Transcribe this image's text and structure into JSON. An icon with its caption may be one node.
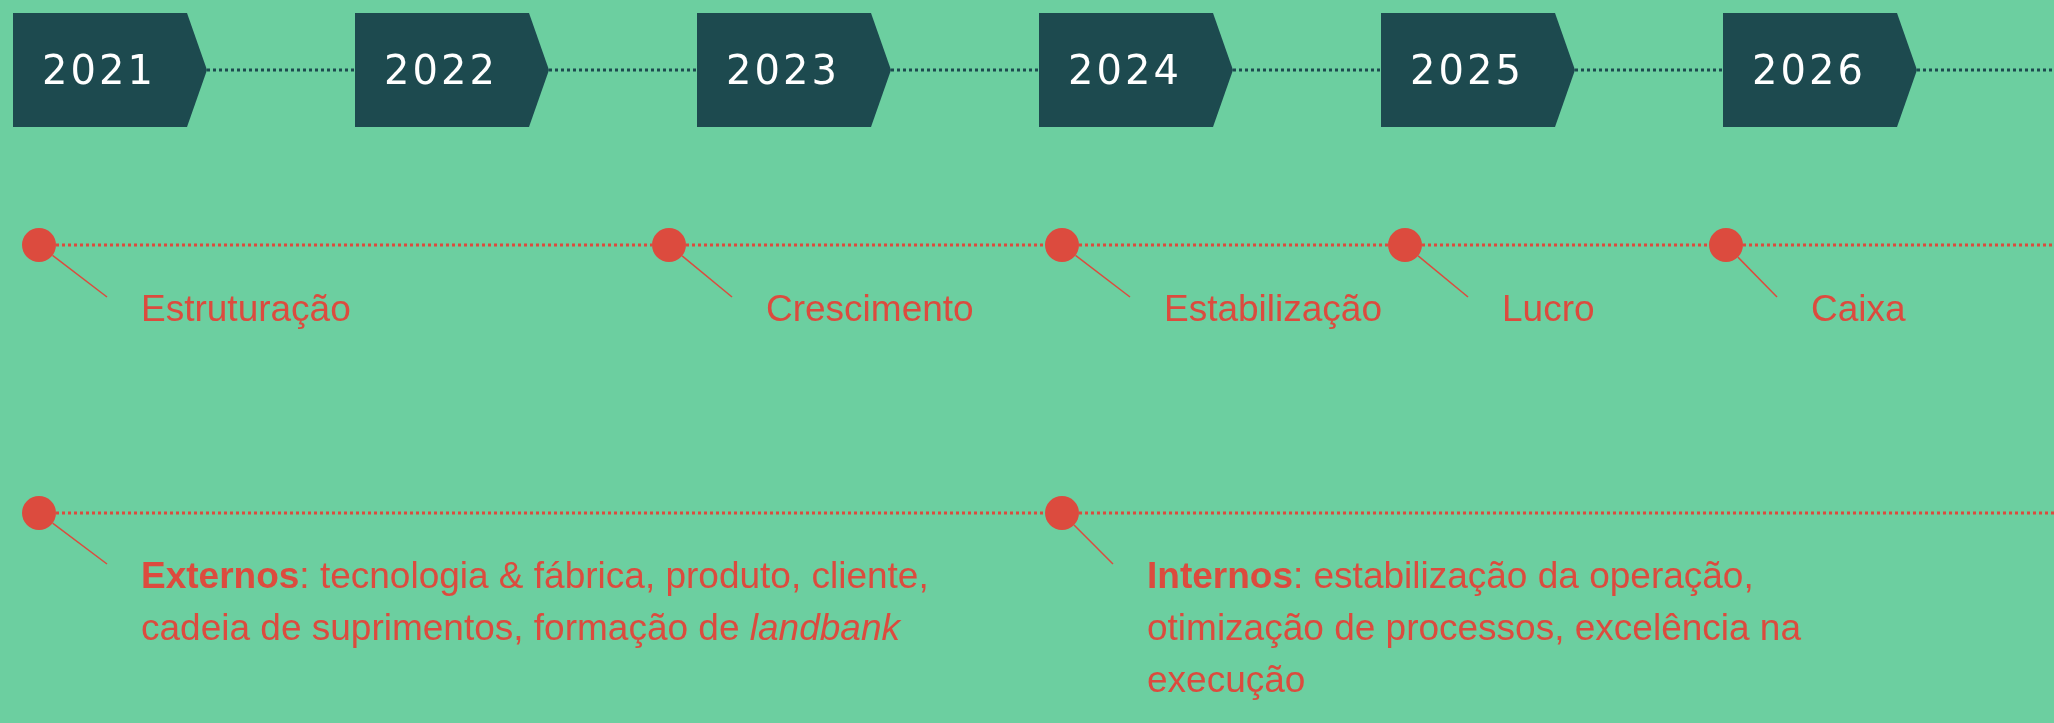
{
  "diagram": {
    "nodes": [
      {
        "text": [
          "2021"
        ]
      },
      {
        "text": [
          "2022"
        ]
      },
      {
        "text": [
          "2023"
        ]
      },
      {
        "text": [
          "2024"
        ]
      },
      {
        "text": [
          "2025"
        ]
      },
      {
        "text": [
          "2026"
        ]
      },
      {
        "text": [],
        "shape": "circle"
      },
      {
        "text": [],
        "shape": "circle"
      },
      {
        "text": [],
        "shape": "circle"
      },
      {
        "text": [],
        "shape": "circle"
      },
      {
        "text": [],
        "shape": "circle"
      },
      {
        "text": [
          "Estruturação"
        ]
      },
      {
        "text": [
          "Crescimento"
        ]
      },
      {
        "text": [
          "Estabilização"
        ]
      },
      {
        "text": [
          "Lucro"
        ]
      },
      {
        "text": [
          "Caixa"
        ]
      },
      {
        "text": [],
        "shape": "circle"
      },
      {
        "text": [],
        "shape": "circle"
      },
      {
        "text": [
          "**Externos**: tecnologia & fábrica, produto, cliente, cadeia de suprimentos, formação de *landbank*"
        ]
      },
      {
        "text": [
          "**Internos**: estabilização da operação, otimização de processos, excelência na execução"
        ]
      }
    ],
    "edges": [
      {
        "from": 0,
        "to": 1,
        "arrow": "none",
        "style": "dashed",
        "color": "#1d4a4f"
      },
      {
        "from": 1,
        "to": 2,
        "arrow": "none",
        "style": "dashed",
        "color": "#1d4a4f"
      },
      {
        "from": 2,
        "to": 3,
        "arrow": "none",
        "style": "dashed",
        "color": "#1d4a4f"
      },
      {
        "from": 3,
        "to": 4,
        "arrow": "none",
        "style": "dashed",
        "color": "#1d4a4f"
      },
      {
        "from": 4,
        "to": 5,
        "arrow": "none",
        "style": "dashed",
        "color": "#1d4a4f"
      },
      {
        "from": 5,
        "to": null,
        "arrow": "none",
        "style": "dashed",
        "color": "#1d4a4f"
      },
      {
        "from": 6,
        "to": 7,
        "arrow": "none",
        "style": "dashed"
      },
      {
        "from": 7,
        "to": 8,
        "arrow": "none",
        "style": "dashed"
      },
      {
        "from": 8,
        "to": 9,
        "arrow": "none",
        "style": "dashed"
      },
      {
        "from": 9,
        "to": 10,
        "arrow": "none",
        "style": "dashed"
      },
      {
        "from": 10,
        "to": null,
        "arrow": "none",
        "style": "dashed"
      },
      {
        "from": 11,
        "to": 6,
        "arrow": "none"
      },
      {
        "from": 12,
        "to": 7,
        "arrow": "none"
      },
      {
        "from": 13,
        "to": 8,
        "arrow": "none"
      },
      {
        "from": 14,
        "to": 9,
        "arrow": "none"
      },
      {
        "from": 15,
        "to": 10,
        "arrow": "none"
      },
      {
        "from": 16,
        "to": 17,
        "arrow": "none",
        "style": "dashed"
      },
      {
        "from": 17,
        "to": null,
        "arrow": "none",
        "style": "dashed"
      },
      {
        "from": 18,
        "to": 16,
        "arrow": "none"
      },
      {
        "from": 19,
        "to": 17,
        "arrow": "none"
      }
    ]
  }
}
